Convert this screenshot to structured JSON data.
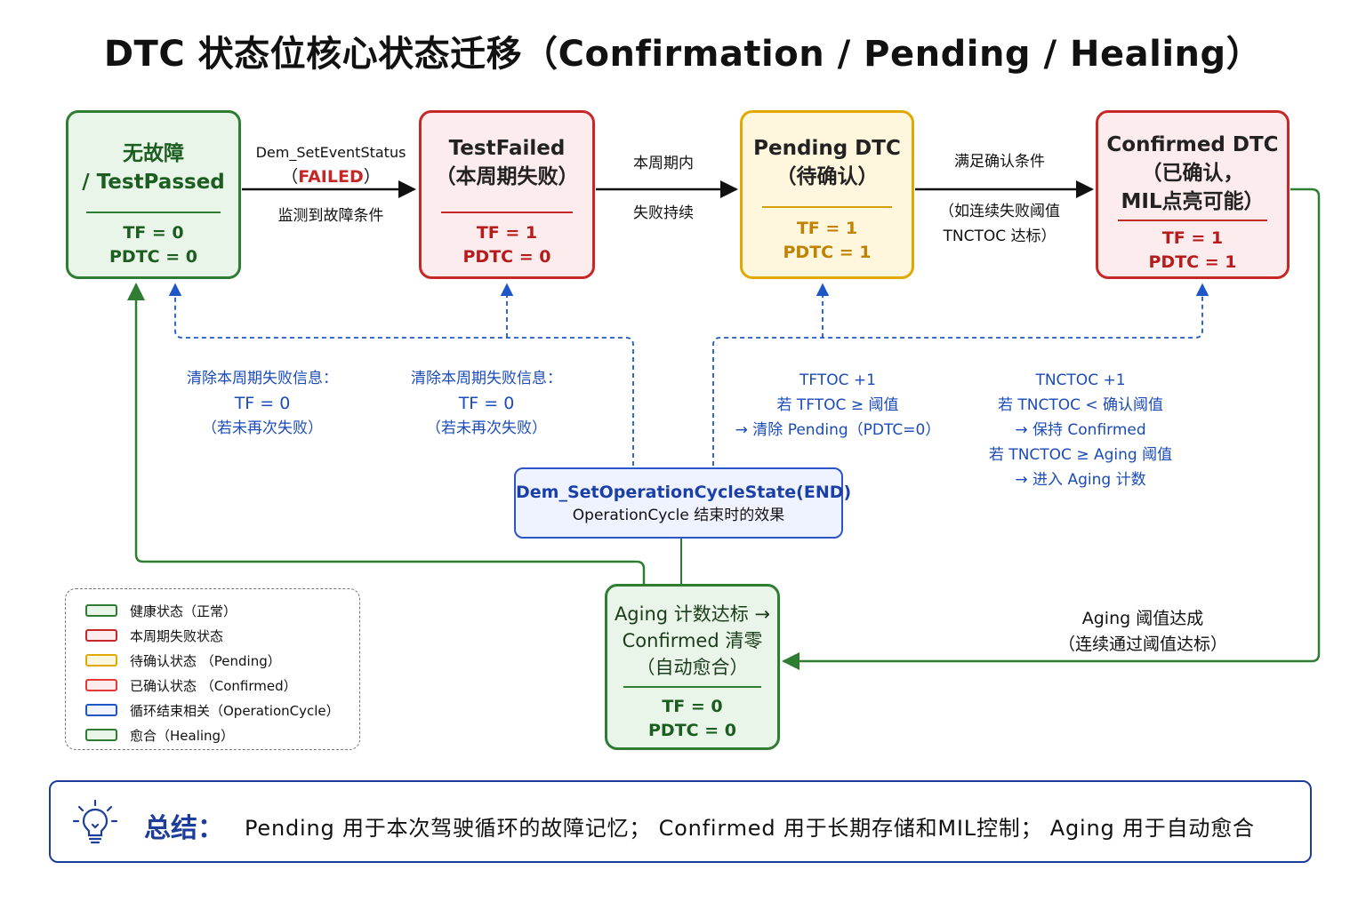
{
  "title": "DTC 状态位核心状态迁移（Confirmation / Pending / Healing）",
  "states": {
    "no_fault": {
      "line1": "无故障",
      "line2": "/ TestPassed",
      "tf": "TF = 0",
      "pdtc": "PDTC = 0"
    },
    "test_failed": {
      "line1": "TestFailed",
      "line2": "（本周期失败）",
      "tf": "TF = 1",
      "pdtc": "PDTC = 0"
    },
    "pending": {
      "line1": "Pending DTC",
      "line2": "（待确认）",
      "tf": "TF = 1",
      "pdtc": "PDTC = 1"
    },
    "confirmed": {
      "line1": "Confirmed DTC",
      "line2": "（已确认，",
      "line3": "MIL点亮可能）",
      "tf": "TF = 1",
      "pdtc": "PDTC = 1"
    },
    "aging": {
      "line1": "Aging 计数达标 →",
      "line2": "Confirmed 清零",
      "line3": "（自动愈合）",
      "tf": "TF = 0",
      "pdtc": "PDTC = 0"
    }
  },
  "transitions": {
    "t1_above": "Dem_SetEventStatus",
    "t1_paren_open": "（",
    "t1_failed": "FAILED",
    "t1_paren_close": "）",
    "t1_below": "监测到故障条件",
    "t2_above": "本周期内",
    "t2_below": "失败持续",
    "t3_above": "满足确认条件",
    "t3_below1": "（如连续失败阈值",
    "t3_below2": "TNCTOC 达标）",
    "aging_reached1": "Aging 阈值达成",
    "aging_reached2": "（连续通过阈值达标）"
  },
  "cycle_end": {
    "title": "Dem_SetOperationCycleState(END)",
    "subtitle": "OperationCycle 结束时的效果"
  },
  "cycle_notes": {
    "clear1": {
      "l1": "清除本周期失败信息：",
      "l2": "TF = 0",
      "l3": "（若未再次失败）"
    },
    "clear2": {
      "l1": "清除本周期失败信息：",
      "l2": "TF = 0",
      "l3": "（若未再次失败）"
    },
    "tftoc": {
      "l1": "TFTOC +1",
      "l2": "若 TFTOC ≥ 阈值",
      "l3": "→ 清除 Pending（PDTC=0）"
    },
    "tnctoc": {
      "l1": "TNCTOC +1",
      "l2": "若 TNCTOC < 确认阈值",
      "l3": "→ 保持 Confirmed",
      "l4": "若 TNCTOC ≥ Aging 阈值",
      "l5": "→ 进入 Aging 计数"
    }
  },
  "legend": [
    {
      "label": "健康状态（正常）",
      "color": "#2e7d32",
      "fill": "#e9f5e8"
    },
    {
      "label": "本周期失败状态",
      "color": "#c62828",
      "fill": "#fdecee"
    },
    {
      "label": "待确认状态 （Pending）",
      "color": "#e0a800",
      "fill": "#fff7dd"
    },
    {
      "label": "已确认状态 （Confirmed）",
      "color": "#e53935",
      "fill": "#fdecee"
    },
    {
      "label": "循环结束相关（OperationCycle）",
      "color": "#1e56c8",
      "fill": "#eef3ff"
    },
    {
      "label": "愈合（Healing）",
      "color": "#2e7d32",
      "fill": "#e9f5e8"
    }
  ],
  "summary": {
    "icon": "lightbulb-icon",
    "label": "总结：",
    "text": "Pending 用于本次驾驶循环的故障记忆； Confirmed 用于长期存储和MIL控制； Aging 用于自动愈合"
  },
  "colors": {
    "green": "#2e7d32",
    "red": "#c62828",
    "yellow": "#e0a800",
    "blue": "#1a4bb8",
    "dark_blue": "#1c3d9a"
  }
}
